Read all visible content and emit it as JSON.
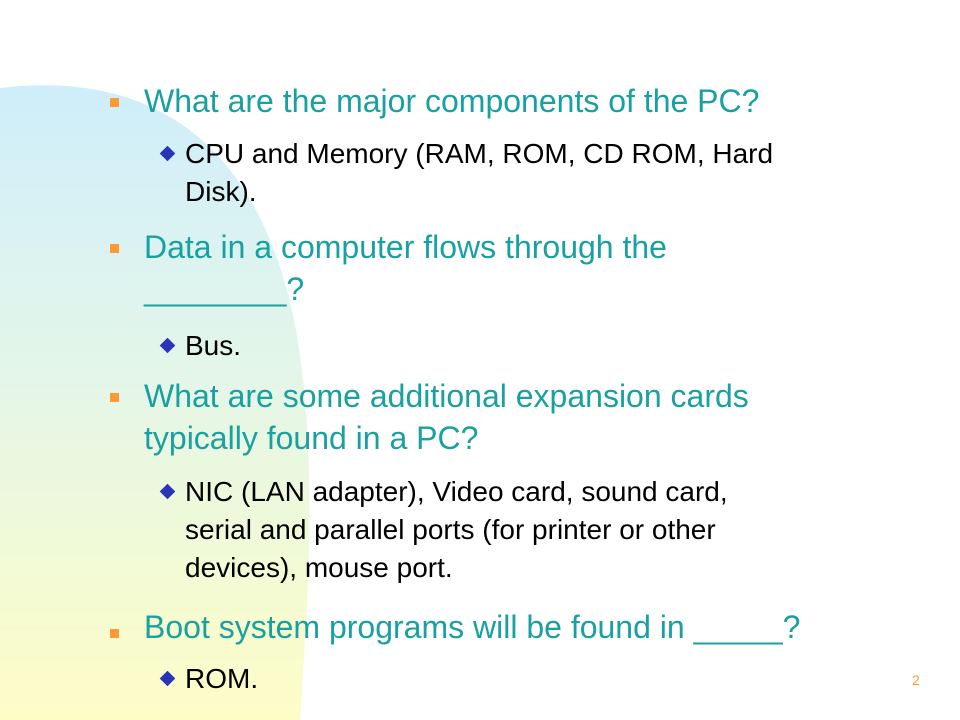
{
  "slide": {
    "items": [
      {
        "question": [
          "What are the major components of  the PC?"
        ],
        "answer": [
          "CPU and Memory (RAM, ROM, CD ROM, Hard",
          "Disk)."
        ]
      },
      {
        "question": [
          "Data in a computer flows through the",
          "________?"
        ],
        "answer": [
          "Bus."
        ]
      },
      {
        "question": [
          "What are some additional expansion cards",
          "typically found in a PC?"
        ],
        "answer": [
          "NIC (LAN adapter), Video card, sound card,",
          "serial and parallel ports (for printer or other",
          "devices), mouse port."
        ]
      },
      {
        "question": [
          "Boot system programs will be found in _____?"
        ],
        "answer": [
          "ROM."
        ]
      }
    ],
    "page_number": "2"
  },
  "colors": {
    "question_text": "#19a0a0",
    "question_bullet": "#ff9933",
    "answer_bullet": "#2a34b8",
    "answer_text": "#000000",
    "page_number": "#ff9933"
  }
}
